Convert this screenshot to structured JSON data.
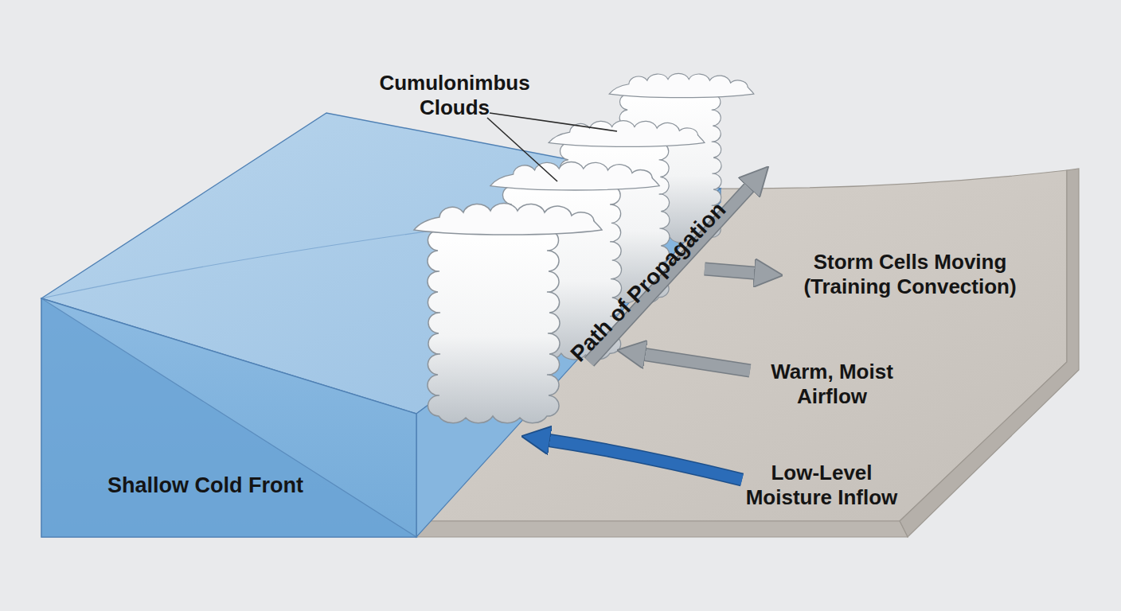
{
  "diagram": {
    "labels": [
      "Cumulonimbus Clouds",
      "Path of Propagation",
      "Storm Cells Moving (Training Convection)",
      "Warm, Moist Airflow",
      "Low-Level Moisture Inflow",
      "Shallow Cold Front"
    ]
  }
}
